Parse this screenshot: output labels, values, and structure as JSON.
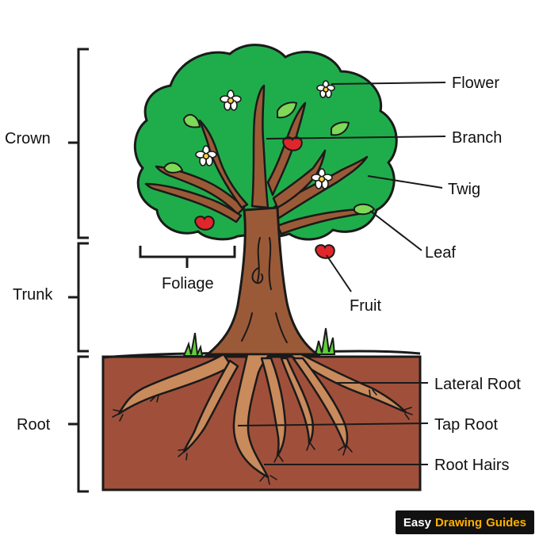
{
  "sections": {
    "crown": "Crown",
    "trunk": "Trunk",
    "root": "Root"
  },
  "parts": {
    "flower": "Flower",
    "branch": "Branch",
    "twig": "Twig",
    "leaf": "Leaf",
    "fruit": "Fruit",
    "foliage": "Foliage",
    "lateral_root": "Lateral Root",
    "tap_root": "Tap Root",
    "root_hairs": "Root Hairs"
  },
  "logo": {
    "word1": "Easy",
    "word2": "Drawing",
    "word3": "Guides"
  },
  "colors": {
    "soil": "#a0503a",
    "foliage": "#1fad4b",
    "bark": "#9b5a37",
    "root": "#c98a5c",
    "fruit": "#e0262b",
    "grass": "#5fcf3d"
  }
}
